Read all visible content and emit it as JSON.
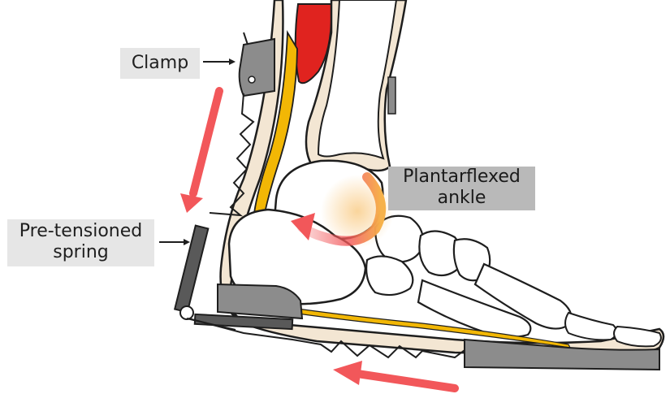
{
  "labels": {
    "clamp": "Clamp",
    "spring_line1": "Pre-tensioned",
    "spring_line2": "spring",
    "ankle_line1": "Plantarflexed",
    "ankle_line2": "ankle"
  },
  "colors": {
    "bone": "#f3e6d3",
    "bone_inner": "#ffffff",
    "outline": "#1e1e1e",
    "muscle": "#e0231f",
    "tendon": "#f2b705",
    "device_gray": "#8c8c8c",
    "device_dark": "#595959",
    "arrow_red": "#f2575a",
    "rotation_orange": "#f6b24a",
    "label_light": "#e6e6e6",
    "label_dark": "#b9b9b9"
  },
  "icons": {
    "down_arrow": "arrow-down-left-icon",
    "left_arrow": "arrow-left-icon",
    "rotation": "rotation-arrow-icon",
    "pointer": "arrow-right-icon"
  }
}
